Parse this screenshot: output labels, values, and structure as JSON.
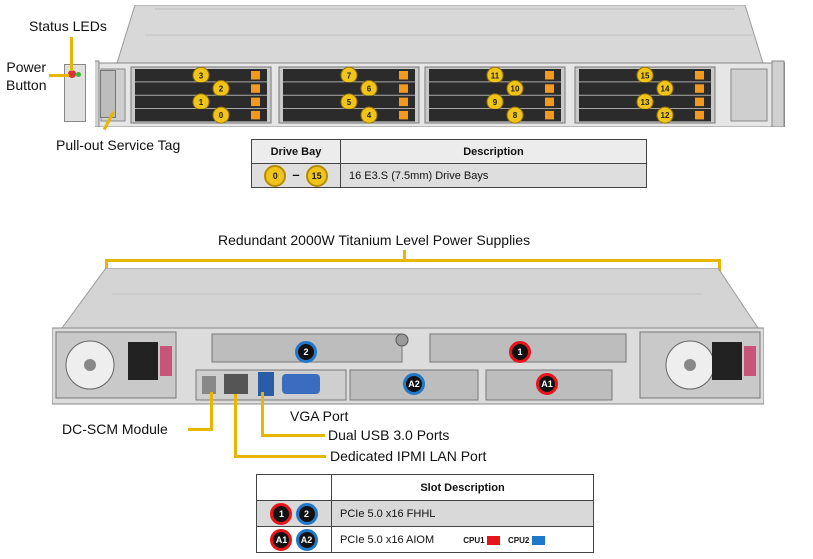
{
  "front": {
    "status_leds_label": "Status LEDs",
    "power_button_label_line1": "Power",
    "power_button_label_line2": "Button",
    "service_tag_label": "Pull-out  Service Tag",
    "drive_bays": [
      "3",
      "2",
      "1",
      "0",
      "7",
      "6",
      "5",
      "4",
      "11",
      "10",
      "9",
      "8",
      "15",
      "14",
      "13",
      "12"
    ]
  },
  "drive_table": {
    "col1": "Drive Bay",
    "col2": "Description",
    "range_start": "0",
    "range_sep": "–",
    "range_end": "15",
    "description": "16 E3.S (7.5mm) Drive  Bays"
  },
  "rear": {
    "psu_label": "Redundant  2000W Titanium  Level Power Supplies",
    "dcscm_label": "DC-SCM Module",
    "vga_label": "VGA Port",
    "usb_label": "Dual USB 3.0 Ports",
    "ipmi_label": "Dedicated IPMI  LAN Port",
    "slot_2": "2",
    "slot_1": "1",
    "slot_a2": "A2",
    "slot_a1": "A1"
  },
  "slot_table": {
    "header": "Slot Description",
    "row1": {
      "badges": [
        "1",
        "2"
      ],
      "text": "PCIe  5.0 x16 FHHL"
    },
    "row2": {
      "badges": [
        "A1",
        "A2"
      ],
      "text": "PCIe  5.0 x16 AIOM"
    },
    "cpu1_label": "CPU1",
    "cpu2_label": "CPU2"
  },
  "colors": {
    "cpu1": "#e8141b",
    "cpu2": "#1f78c8",
    "bay_badge": "#f0c419",
    "leader": "#e8b500",
    "drive_latch": "#f39a1e"
  }
}
